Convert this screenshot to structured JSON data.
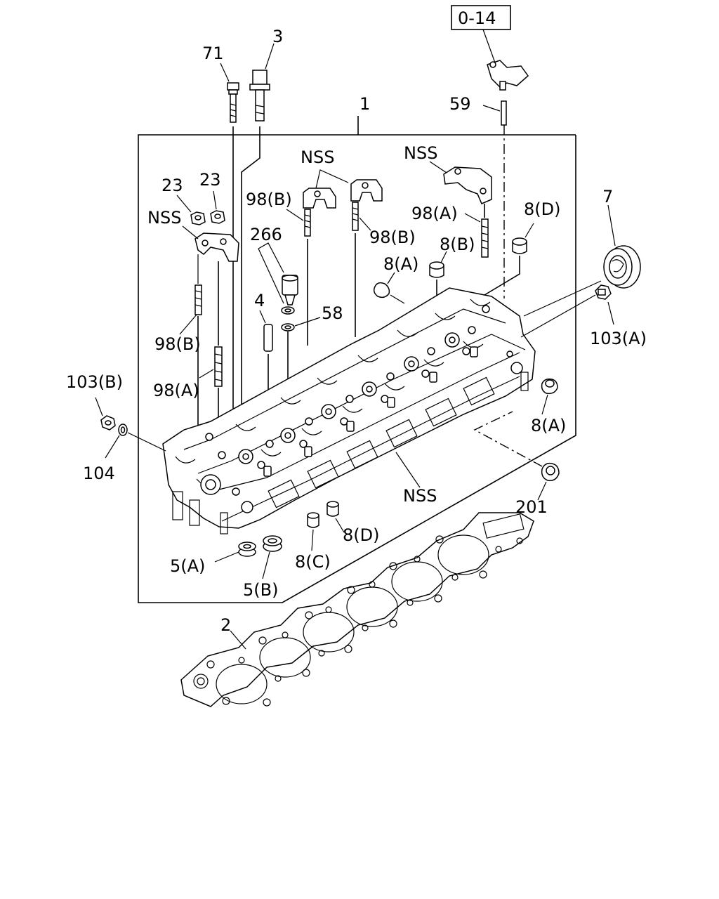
{
  "labels": {
    "ref_box": "0-14",
    "l_59": "59",
    "l_71": "71",
    "l_3": "3",
    "l_1": "1",
    "l_nss_top": "NSS",
    "l_nss_right": "NSS",
    "l_nss_left": "NSS",
    "l_nss_bottom": "NSS",
    "l_23a": "23",
    "l_23b": "23",
    "l_98b_1": "98(B)",
    "l_98b_2": "98(B)",
    "l_98b_3": "98(B)",
    "l_98a_1": "98(A)",
    "l_98a_2": "98(A)",
    "l_266": "266",
    "l_4": "4",
    "l_58": "58",
    "l_8a_1": "8(A)",
    "l_8a_2": "8(A)",
    "l_8b": "8(B)",
    "l_8c": "8(C)",
    "l_8d_1": "8(D)",
    "l_8d_2": "8(D)",
    "l_7": "7",
    "l_103a": "103(A)",
    "l_103b": "103(B)",
    "l_104": "104",
    "l_201": "201",
    "l_5a": "5(A)",
    "l_5b": "5(B)",
    "l_2": "2"
  },
  "colors": {
    "ink": "#000000",
    "paper": "#ffffff"
  }
}
